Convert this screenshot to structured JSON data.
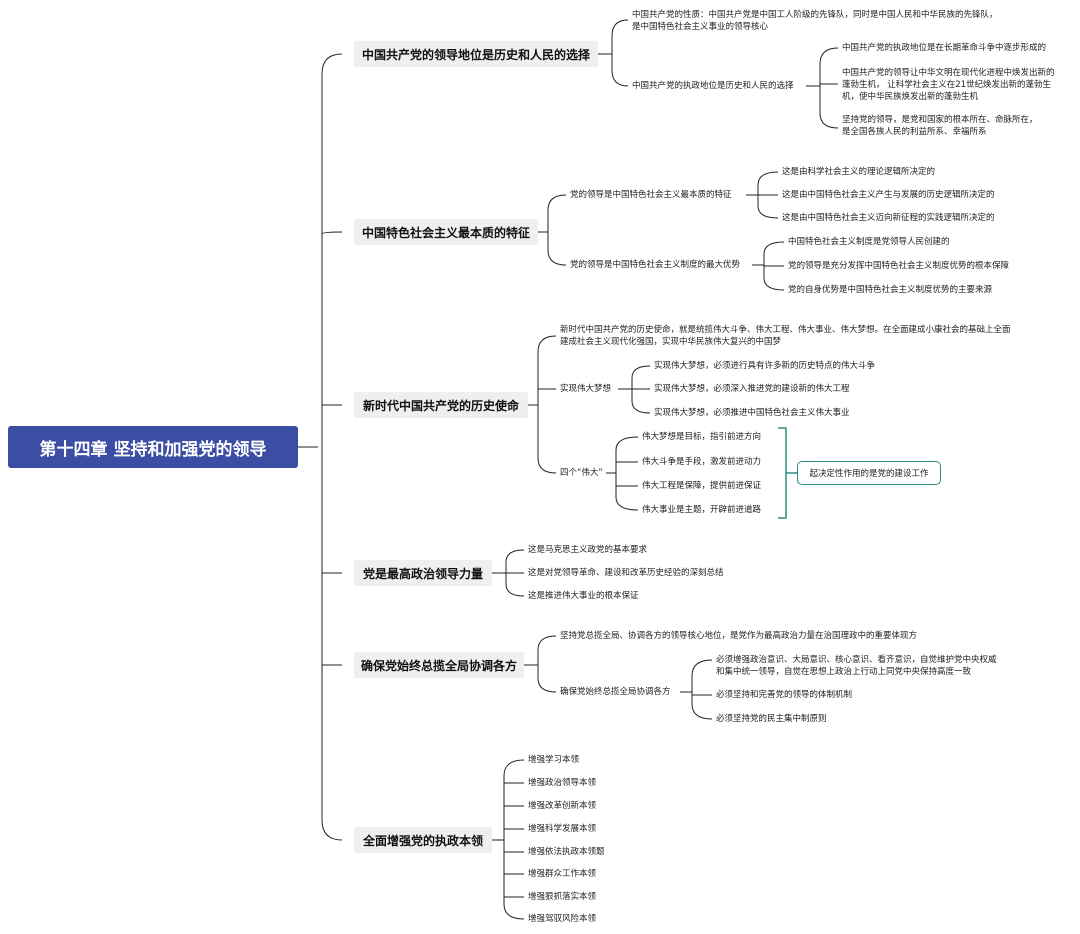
{
  "root": "第十四章  坚持和加强党的领导",
  "b1": {
    "title": "中国共产党的领导地位是历史和人民的选择",
    "nature": [
      "中国共产党的性质：中国共产党是中国工人阶级的先锋队，同时是中国人民和中华民族的先锋队，",
      "是中国特色社会主义事业的领导核心"
    ],
    "choice": "中国共产党的执政地位是历史和人民的选择",
    "c1": "中国共产党的执政地位是在长期革命斗争中逐步形成的",
    "c2": [
      "中国共产党的领导让中华文明在现代化进程中焕发出新的",
      "蓬勃生机， 让科学社会主义在21世纪焕发出新的蓬勃生",
      "机，使中华民族焕发出新的蓬勃生机"
    ],
    "c3": [
      "坚持党的领导，是党和国家的根本所在、命脉所在，",
      "是全国各族人民的利益所系、幸福所系"
    ]
  },
  "b2": {
    "title": "中国特色社会主义最本质的特征",
    "s1": "党的领导是中国特色社会主义最本质的特征",
    "s1a": "这是由科学社会主义的理论逻辑所决定的",
    "s1b": "这是由中国特色社会主义产生与发展的历史逻辑所决定的",
    "s1c": "这是由中国特色社会主义迈向新征程的实践逻辑所决定的",
    "s2": "党的领导是中国特色社会主义制度的最大优势",
    "s2a": "中国特色社会主义制度是党领导人民创建的",
    "s2b": "党的领导是充分发挥中国特色社会主义制度优势的根本保障",
    "s2c": "党的自身优势是中国特色社会主义制度优势的主要来源"
  },
  "b3": {
    "title": "新时代中国共产党的历史使命",
    "mission": [
      "新时代中国共产党的历史使命，就是统揽伟大斗争、伟大工程、伟大事业、伟大梦想。在全面建成小康社会的基础上全面",
      "建成社会主义现代化强国，实现中华民族伟大复兴的中国梦"
    ],
    "dream": "实现伟大梦想",
    "d1": "实现伟大梦想，必须进行具有许多新的历史特点的伟大斗争",
    "d2": "实现伟大梦想，必须深入推进党的建设新的伟大工程",
    "d3": "实现伟大梦想，必须推进中国特色社会主义伟大事业",
    "four": "四个“伟大”",
    "f1": "伟大梦想是目标，指引前进方向",
    "f2": "伟大斗争是手段，激发前进动力",
    "f3": "伟大工程是保障，提供前进保证",
    "f4": "伟大事业是主题，开辟前进道路",
    "summary": "起决定性作用的是党的建设工作"
  },
  "b4": {
    "title": "党是最高政治领导力量",
    "a": "这是马克思主义政党的基本要求",
    "b": "这是对党领导革命、建设和改革历史经验的深刻总结",
    "c": "这是推进伟大事业的根本保证"
  },
  "b5": {
    "title": "确保党始终总揽全局协调各方",
    "a": "坚持党总揽全局、协调各方的领导核心地位，是党作为最高政治力量在治国理政中的重要体现方",
    "b": "确保党始终总揽全局协调各方",
    "b1": [
      "必须增强政治意识、大局意识、核心意识、看齐意识，自觉维护党中央权威",
      "和集中统一领导，自觉在思想上政治上行动上同党中央保持高度一致"
    ],
    "b2": "必须坚持和完善党的领导的体制机制",
    "b3": "必须坚持党的民主集中制原则"
  },
  "b6": {
    "title": "全面增强党的执政本领",
    "items": [
      "增强学习本领",
      "增强政治领导本领",
      "增强改革创新本领",
      "增强科学发展本领",
      "增强依法执政本领题",
      "增强群众工作本领",
      "增强狠抓落实本领",
      "增强驾驭风险本领"
    ]
  }
}
